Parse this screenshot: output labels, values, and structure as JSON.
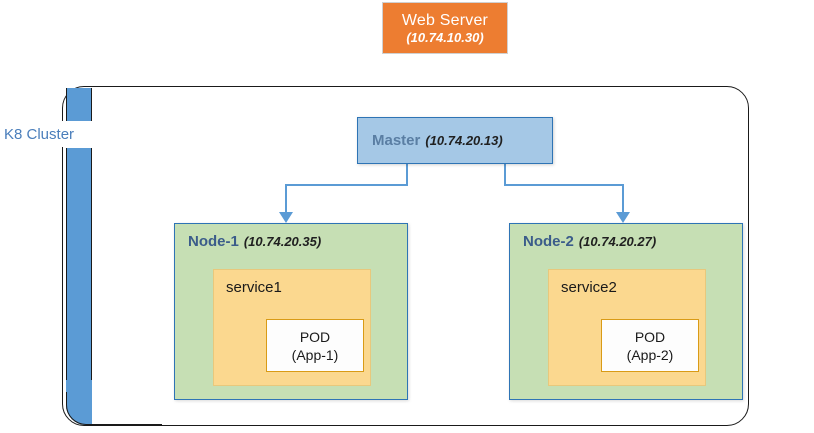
{
  "diagram": {
    "web_server": {
      "title": "Web Server",
      "ip": "(10.74.10.30)",
      "color": "#ED7D31"
    },
    "cluster": {
      "label": "K8 Cluster",
      "band_color": "#5B9BD5",
      "border_color": "#1a1a1a"
    },
    "master": {
      "title": "Master",
      "ip": "(10.74.20.13)",
      "fill": "#A5C8E6",
      "border": "#2E74B5"
    },
    "connector": {
      "color": "#5B9BD5"
    },
    "nodes": [
      {
        "title": "Node-1",
        "ip": "(10.74.20.35)",
        "fill": "#C6DFB4",
        "border": "#2E74B5",
        "service": {
          "label": "service1",
          "fill": "#FBD88F",
          "pod": {
            "line1": "POD",
            "line2": "(App-1)",
            "fill": "#FDFDFD",
            "border": "#D99B16"
          }
        }
      },
      {
        "title": "Node-2",
        "ip": "(10.74.20.27)",
        "fill": "#C6DFB4",
        "border": "#2E74B5",
        "service": {
          "label": "service2",
          "fill": "#FBD88F",
          "pod": {
            "line1": "POD",
            "line2": "(App-2)",
            "fill": "#FDFDFD",
            "border": "#D99B16"
          }
        }
      }
    ]
  }
}
